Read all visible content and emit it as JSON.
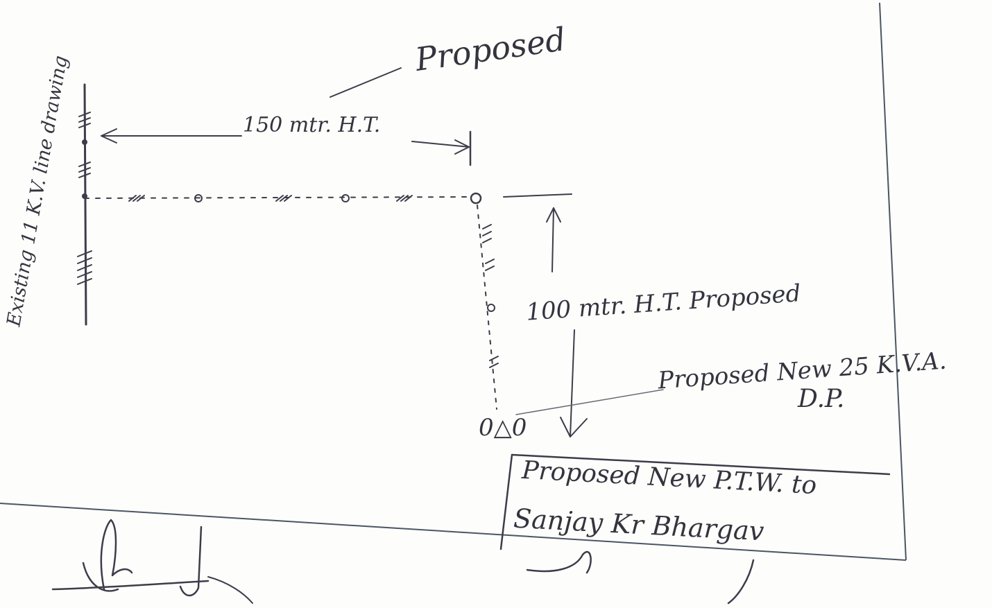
{
  "header_stamp": "",
  "labels": {
    "existing_line": "Existing 11 K.V. line drawing",
    "proposed_top": "Proposed",
    "ht_150": "150 mtr. H.T.",
    "ht_100": "100 mtr. H.T. Proposed",
    "dp_line1": "Proposed New 25 K.V.A.",
    "dp_line2": "D.P.",
    "dp_symbol": "0△0",
    "ptw_line1": "Proposed New P.T.W. to",
    "ptw_line2": "Sanjay Kr Bhargav"
  },
  "signatures": [
    "signature-left",
    "signature-bottom-right"
  ],
  "colors": {
    "ink": "#3c3c4a",
    "paper": "#fdfdfb",
    "border": "#4b5563"
  }
}
